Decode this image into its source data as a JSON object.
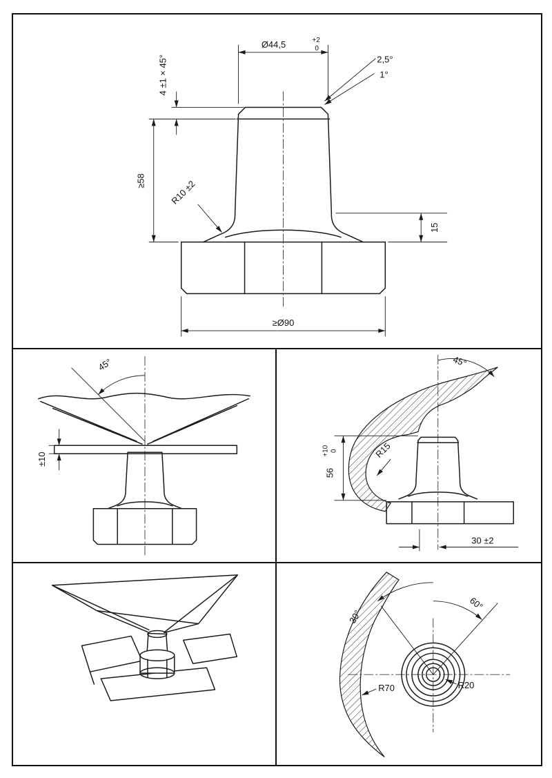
{
  "colors": {
    "line": "#1a1a1a",
    "bg": "#ffffff"
  },
  "front": {
    "dia": "Ø44,5",
    "dia_tol_up": "+2",
    "dia_tol_low": "0",
    "chamfer": "4 ±1 × 45°",
    "taper_max": "2,5°",
    "taper_min": "1°",
    "min_height": "≥58",
    "fillet_radius": "R10 ±2",
    "collar_height": "15",
    "min_base_dia": "≥Ø90"
  },
  "funnel": {
    "entry_angle": "45°",
    "plate_offset": "±10"
  },
  "section": {
    "entry_angle": "45°",
    "pocket_depth": "56",
    "pocket_tol_up": "+10",
    "pocket_tol_low": "0",
    "pocket_radius": "R15",
    "axis_offset": "30 ±2"
  },
  "plan": {
    "sweep_right": "60°",
    "sweep_left": "30°",
    "cam_radius": "R70",
    "pin_radius": "R20"
  }
}
